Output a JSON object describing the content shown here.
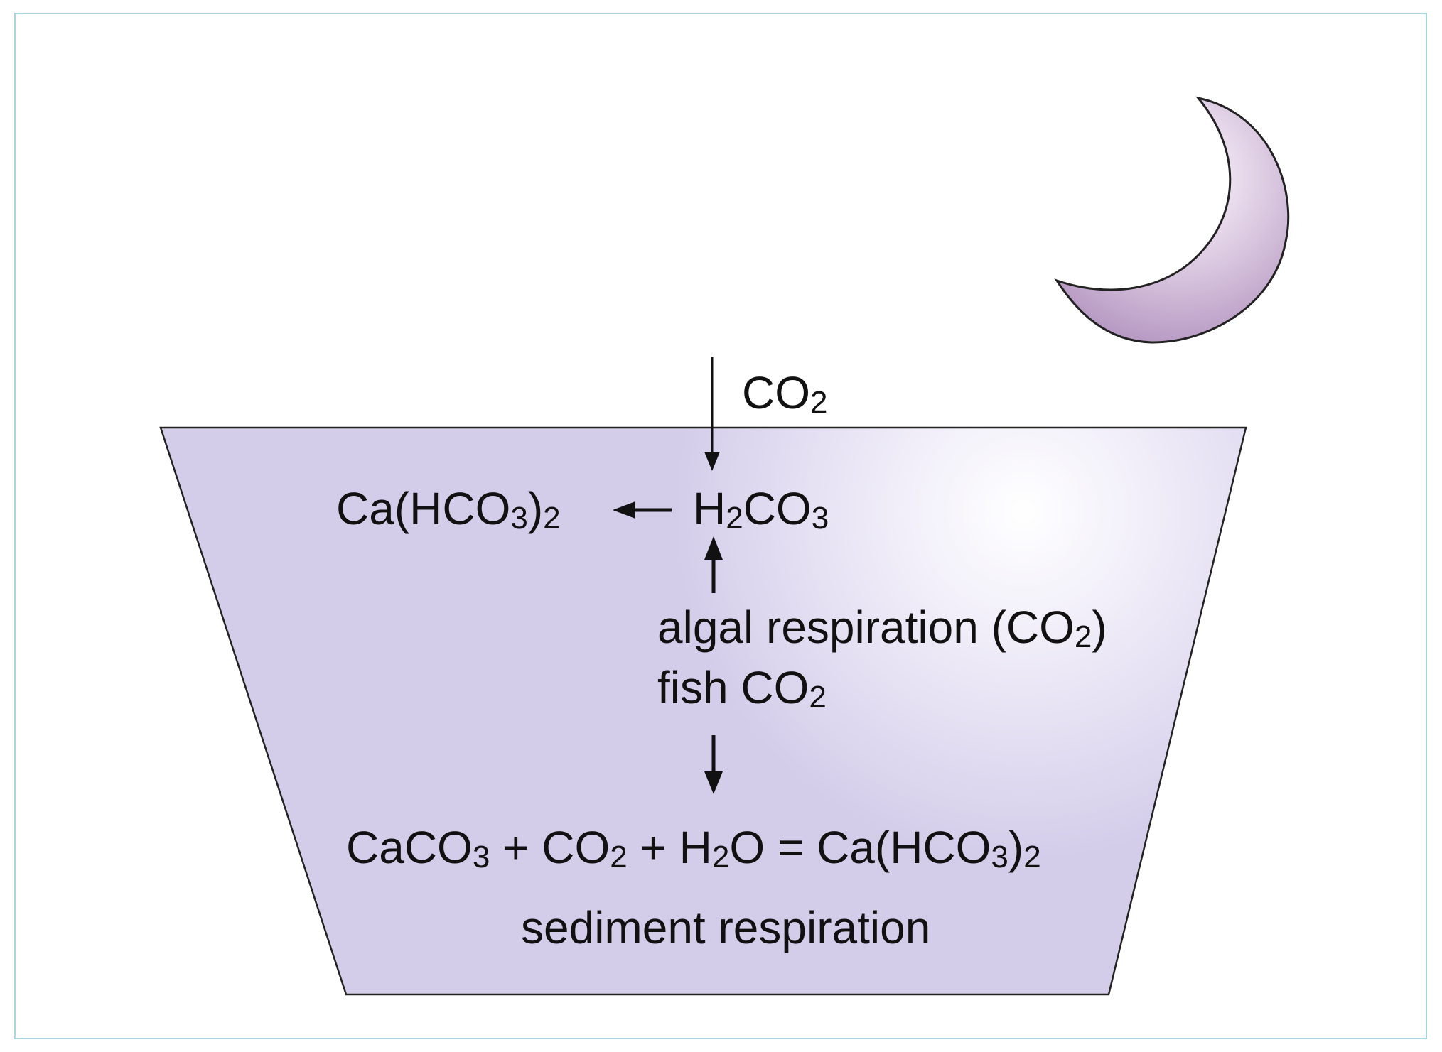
{
  "colors": {
    "frame": "#a8d8de",
    "pond_fill": "#d4cdea",
    "pond_highlight": "#ffffff",
    "moon_dark": "#b090bd",
    "moon_light": "#ffffff",
    "stroke": "#222222"
  },
  "icons": {
    "moon": "crescent-moon-icon"
  },
  "labels": {
    "co2_in": {
      "main": "CO",
      "sub": "2"
    },
    "h2co3": {
      "a": "H",
      "s1": "2",
      "b": "CO",
      "s2": "3"
    },
    "ca_hco3": {
      "a": "Ca(HCO",
      "s1": "3",
      "b": ")",
      "s2": "2"
    },
    "algal": {
      "a": "algal respiration (CO",
      "s1": "2",
      "b": ")"
    },
    "fish": {
      "a": "fish CO",
      "s1": "2"
    },
    "equation": {
      "t1": "CaCO",
      "s1": "3",
      "t2": " + CO",
      "s2": "2",
      "t3": " + H",
      "s3": "2",
      "t4": "O = Ca(HCO",
      "s4": "3",
      "t5": ")",
      "s5": "2"
    },
    "sediment": "sediment respiration"
  }
}
